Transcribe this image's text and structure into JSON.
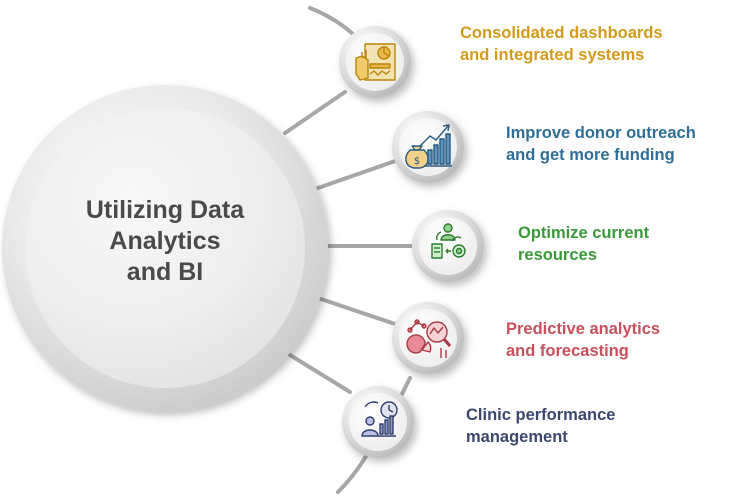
{
  "center": {
    "lines": [
      "Utilizing Data",
      "Analytics",
      "and BI"
    ]
  },
  "items": [
    {
      "lines": [
        "Consolidated dashboards",
        "and integrated systems"
      ],
      "color": "#d49a1a",
      "icon": "dashboard-hand-icon"
    },
    {
      "lines": [
        "Improve donor outreach",
        "and get more funding"
      ],
      "color": "#2f6f96",
      "icon": "money-growth-chart-icon"
    },
    {
      "lines": [
        "Optimize current",
        "resources"
      ],
      "color": "#3a9a3a",
      "icon": "resource-optimization-icon"
    },
    {
      "lines": [
        "Predictive analytics",
        "and forecasting"
      ],
      "color": "#c9505b",
      "icon": "predictive-analytics-icon"
    },
    {
      "lines": [
        "Clinic performance",
        "management"
      ],
      "color": "#3c4770",
      "icon": "performance-management-icon"
    }
  ]
}
